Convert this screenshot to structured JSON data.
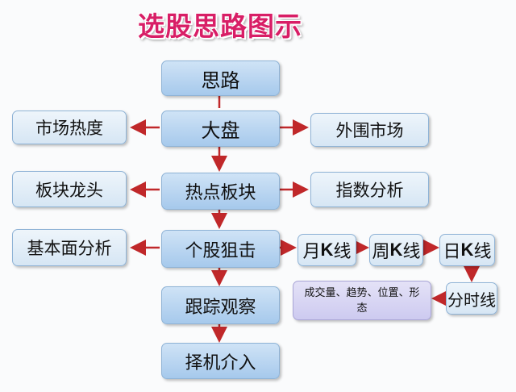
{
  "title": "选股思路图示",
  "nodes": {
    "silu": "思路",
    "dapan": "大盘",
    "redian": "热点板块",
    "gegu": "个股狙击",
    "genzong": "跟踪观察",
    "zeji": "择机介入",
    "shichang_redu": "市场热度",
    "bankuai_longtou": "板块龙头",
    "jibenmian": "基本面分析",
    "waiwei": "外围市场",
    "zhishu": "指数分析",
    "yue": "月",
    "zhou": "周",
    "ri": "日",
    "k": "K",
    "xian": "线",
    "fenshi": "分时线",
    "chengjiao": "成交量、趋势、位置、形态"
  },
  "colors": {
    "title": "#d81e66",
    "arrow": "#c0282a",
    "box": "#b9d5ef"
  }
}
